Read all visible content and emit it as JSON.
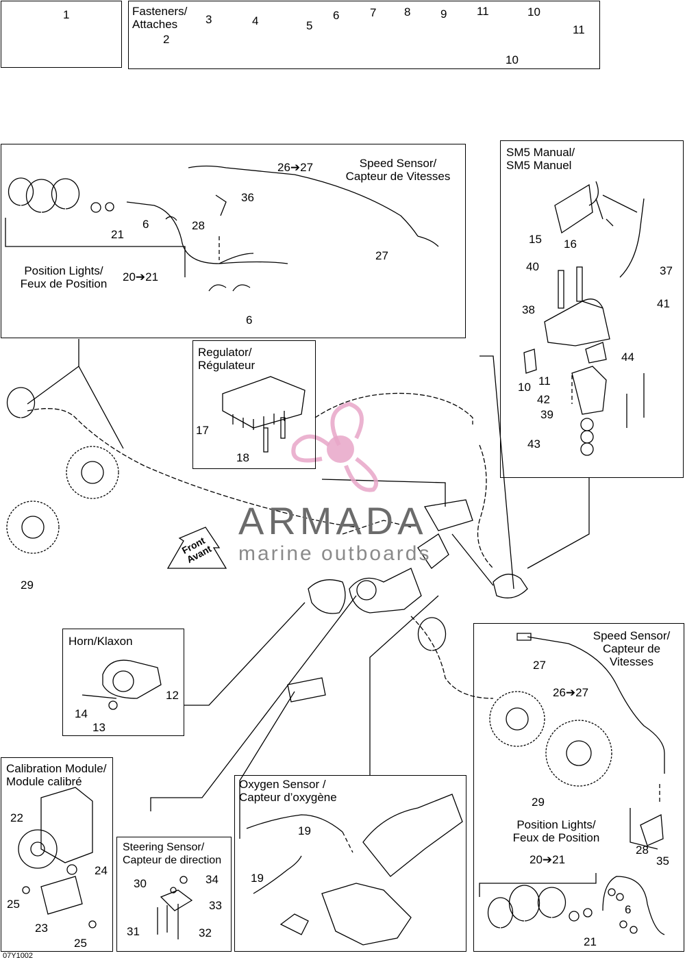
{
  "figure_code": "07Y1002",
  "watermark": {
    "brand": "ARMADA",
    "tagline": "marine outboards",
    "accent": "#e8a6c8"
  },
  "front_label": [
    "Front",
    "Avant"
  ],
  "panels": {
    "fasteners": {
      "title": [
        "Fasteners/",
        "Attaches"
      ]
    },
    "speed_sensor_front": {
      "title": [
        "Speed Sensor/",
        "Capteur de Vitesses"
      ],
      "sub": [
        "Position Lights/",
        "Feux de Position"
      ]
    },
    "sm5": {
      "title": [
        "SM5 Manual/",
        "SM5 Manuel"
      ]
    },
    "regulator": {
      "title": [
        "Regulator/",
        "Régulateur"
      ]
    },
    "horn": {
      "title": [
        "Horn/Klaxon"
      ]
    },
    "speed_sensor_rear": {
      "title": [
        "Speed Sensor/",
        "Capteur de",
        "Vitesses"
      ],
      "sub": [
        "Position Lights/",
        "Feux de Position"
      ]
    },
    "calibration": {
      "title": [
        "Calibration Module/",
        "Module calibré"
      ]
    },
    "steering": {
      "title": [
        "Steering Sensor/",
        "Capteur de direction"
      ]
    },
    "oxygen": {
      "title": [
        "Oxygen Sensor /",
        "Capteur d’oxygène"
      ]
    }
  },
  "callouts": [
    "1",
    "2",
    "3",
    "4",
    "5",
    "6",
    "7",
    "8",
    "9",
    "11",
    "10",
    "10",
    "11",
    "26➔27",
    "36",
    "21",
    "6",
    "28",
    "27",
    "20➔21",
    "6",
    "15",
    "16",
    "37",
    "40",
    "41",
    "38",
    "44",
    "10",
    "11",
    "42",
    "39",
    "43",
    "17",
    "18",
    "29",
    "12",
    "14",
    "13",
    "27",
    "26➔27",
    "29",
    "28",
    "35",
    "20➔21",
    "6",
    "21",
    "22",
    "24",
    "25",
    "23",
    "25",
    "30",
    "34",
    "33",
    "31",
    "32",
    "19",
    "19"
  ]
}
